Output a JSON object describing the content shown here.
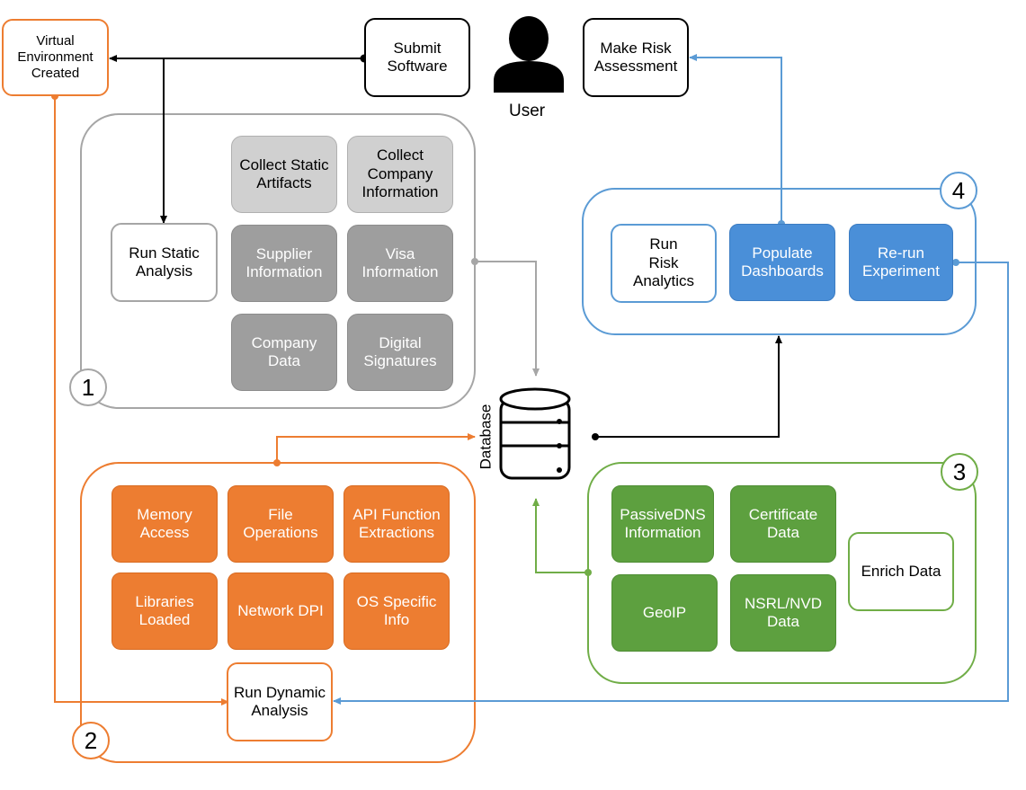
{
  "top": {
    "virtual_env": "Virtual\nEnvironment\nCreated",
    "submit_software": "Submit\nSoftware",
    "user_label": "User",
    "make_risk": "Make Risk\nAssessment"
  },
  "group1": {
    "badge": "1",
    "run_static": "Run Static\nAnalysis",
    "items": [
      "Collect Static\nArtifacts",
      "Collect\nCompany\nInformation",
      "Supplier\nInformation",
      "Visa\nInformation",
      "Company\nData",
      "Digital\nSignatures"
    ]
  },
  "database": {
    "label": "Database"
  },
  "group2": {
    "badge": "2",
    "items": [
      "Memory\nAccess",
      "File\nOperations",
      "API Function\nExtractions",
      "Libraries\nLoaded",
      "Network DPI",
      "OS Specific\nInfo"
    ],
    "run_dynamic": "Run Dynamic\nAnalysis"
  },
  "group3": {
    "badge": "3",
    "items": [
      "PassiveDNS\nInformation",
      "Certificate\nData",
      "GeoIP",
      "NSRL/NVD\nData"
    ],
    "enrich": "Enrich Data"
  },
  "group4": {
    "badge": "4",
    "run_risk": "Run\nRisk\nAnalytics",
    "populate": "Populate\nDashboards",
    "rerun": "Re-run\nExperiment"
  },
  "colors": {
    "orange": "#ED7D31",
    "green": "#70AD47",
    "blue": "#5B9BD5",
    "gray": "#A6A6A6"
  }
}
